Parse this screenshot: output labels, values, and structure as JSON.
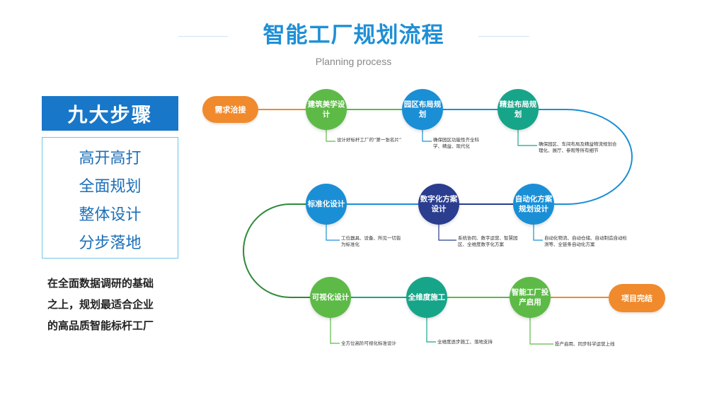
{
  "header": {
    "title": "智能工厂规划流程",
    "subtitle": "Planning process"
  },
  "steps_panel": {
    "heading": "九大步骤",
    "items": [
      "高开高打",
      "全面规划",
      "整体设计",
      "分步落地"
    ]
  },
  "description": {
    "lines": [
      "在全面数据调研的基础",
      "之上，规划最适合企业",
      "的高品质智能标杆工厂"
    ]
  },
  "flow": {
    "start_label": "需求洽接",
    "end_label": "项目完结",
    "nodes": [
      {
        "label": "建筑美学设计",
        "note": "设计好标杆工厂的“第一张名片”",
        "color": "#5dba47"
      },
      {
        "label": "园区布局规划",
        "note": "确保园区功能性齐全科学、精益、现代化",
        "color": "#1a8fd6"
      },
      {
        "label": "精益布局规划",
        "note": "确保园区、车间布局及精益物流规划合理化、展厅、参观等所有细节",
        "color": "#17a58a"
      },
      {
        "label": "自动化方案规划设计",
        "note": "自动化物流、自动仓储、自动制造自动检测等、全链条自动化方案",
        "color": "#1a8fd6"
      },
      {
        "label": "数字化方案设计",
        "note": "系统协同、数字运营、智慧园区、全维度数字化方案",
        "color": "#2a3d8f"
      },
      {
        "label": "标准化设计",
        "note": "工位器具、设备、所见一切皆为标准化",
        "color": "#1a8fd6"
      },
      {
        "label": "可视化设计",
        "note": "全方位高阶可视化标准设计",
        "color": "#5dba47"
      },
      {
        "label": "全维度施工",
        "note": "全维度逐步施工、落地支持",
        "color": "#17a58a"
      },
      {
        "label": "智能工厂投产启用",
        "note": "投产启用、同步科学运营上线",
        "color": "#5dba47"
      }
    ]
  }
}
